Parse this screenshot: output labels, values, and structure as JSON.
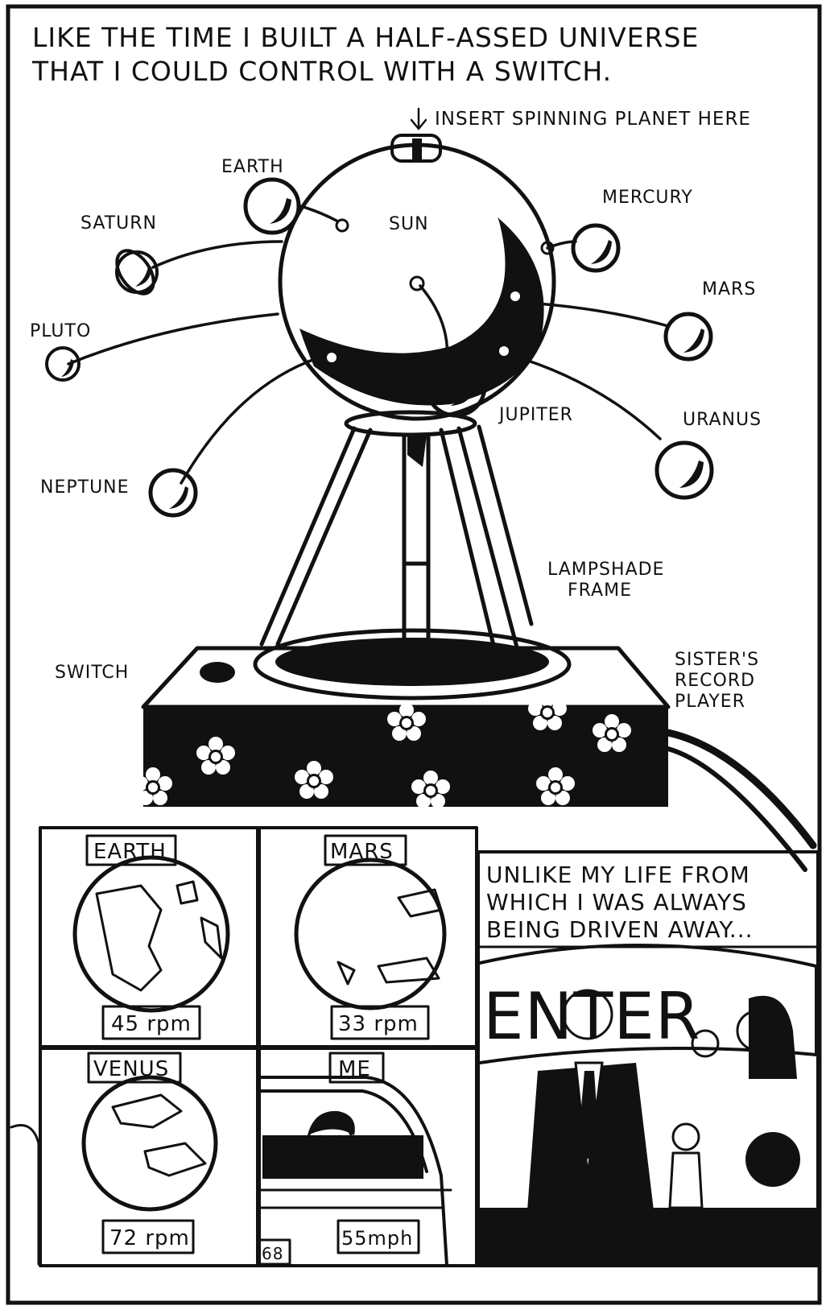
{
  "top_panel": {
    "caption_line1": "LIKE THE TIME I BUILT A HALF-ASSED UNIVERSE",
    "caption_line2": "THAT I COULD CONTROL WITH A SWITCH.",
    "insert_note": "INSERT SPINNING PLANET HERE",
    "labels": {
      "sun": "SUN",
      "earth": "EARTH",
      "mercury": "MERCURY",
      "saturn": "SATURN",
      "mars": "MARS",
      "pluto": "PLUTO",
      "jupiter": "JUPITER",
      "uranus": "URANUS",
      "neptune": "NEPTUNE",
      "lampshade_line1": "LAMPSHADE",
      "lampshade_line2": "FRAME",
      "switch": "SWITCH",
      "record_line1": "SISTER'S",
      "record_line2": "RECORD",
      "record_line3": "PLAYER"
    }
  },
  "grid_panels": [
    {
      "name": "EARTH",
      "speed": "45 rpm"
    },
    {
      "name": "MARS",
      "speed": "33 rpm"
    },
    {
      "name": "VENUS",
      "speed": "72 rpm"
    },
    {
      "name": "ME",
      "speed": "55mph"
    }
  ],
  "right_panel": {
    "caption_line1": "UNLIKE MY LIFE FROM",
    "caption_line2": "WHICH I WAS ALWAYS",
    "caption_line3": "BEING DRIVEN AWAY...",
    "banner_text": "ENTER",
    "car_plate": "68"
  }
}
